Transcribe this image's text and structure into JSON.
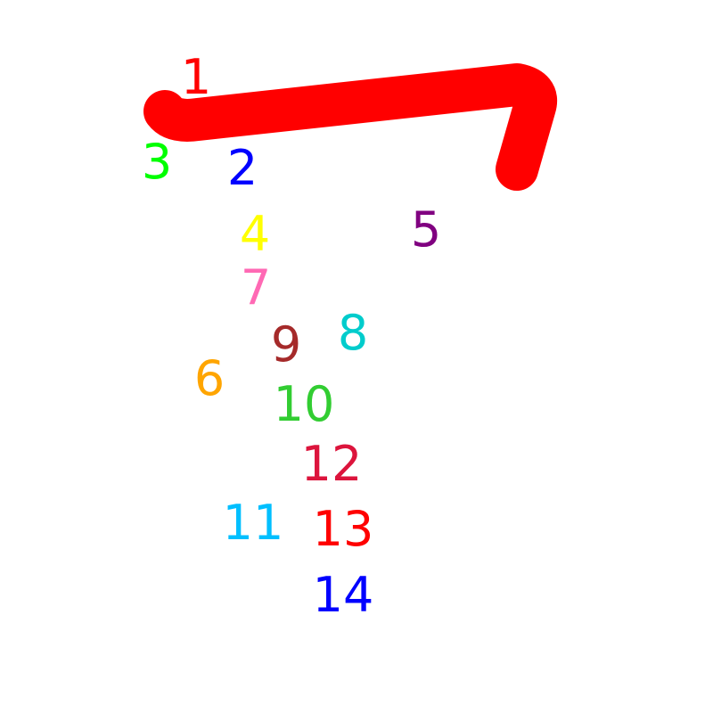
{
  "stroke": {
    "color": "#ff0000"
  },
  "labels": [
    {
      "text": "1",
      "color": "#ff0000"
    },
    {
      "text": "2",
      "color": "#0000ff"
    },
    {
      "text": "3",
      "color": "#00ff00"
    },
    {
      "text": "4",
      "color": "#ffff00"
    },
    {
      "text": "5",
      "color": "#800080"
    },
    {
      "text": "6",
      "color": "#ffa500"
    },
    {
      "text": "7",
      "color": "#ff69b4"
    },
    {
      "text": "8",
      "color": "#00cccc"
    },
    {
      "text": "9",
      "color": "#a52a2a"
    },
    {
      "text": "10",
      "color": "#32cd32"
    },
    {
      "text": "11",
      "color": "#00bfff"
    },
    {
      "text": "12",
      "color": "#dc143c"
    },
    {
      "text": "13",
      "color": "#ff0000"
    },
    {
      "text": "14",
      "color": "#0000ff"
    }
  ]
}
